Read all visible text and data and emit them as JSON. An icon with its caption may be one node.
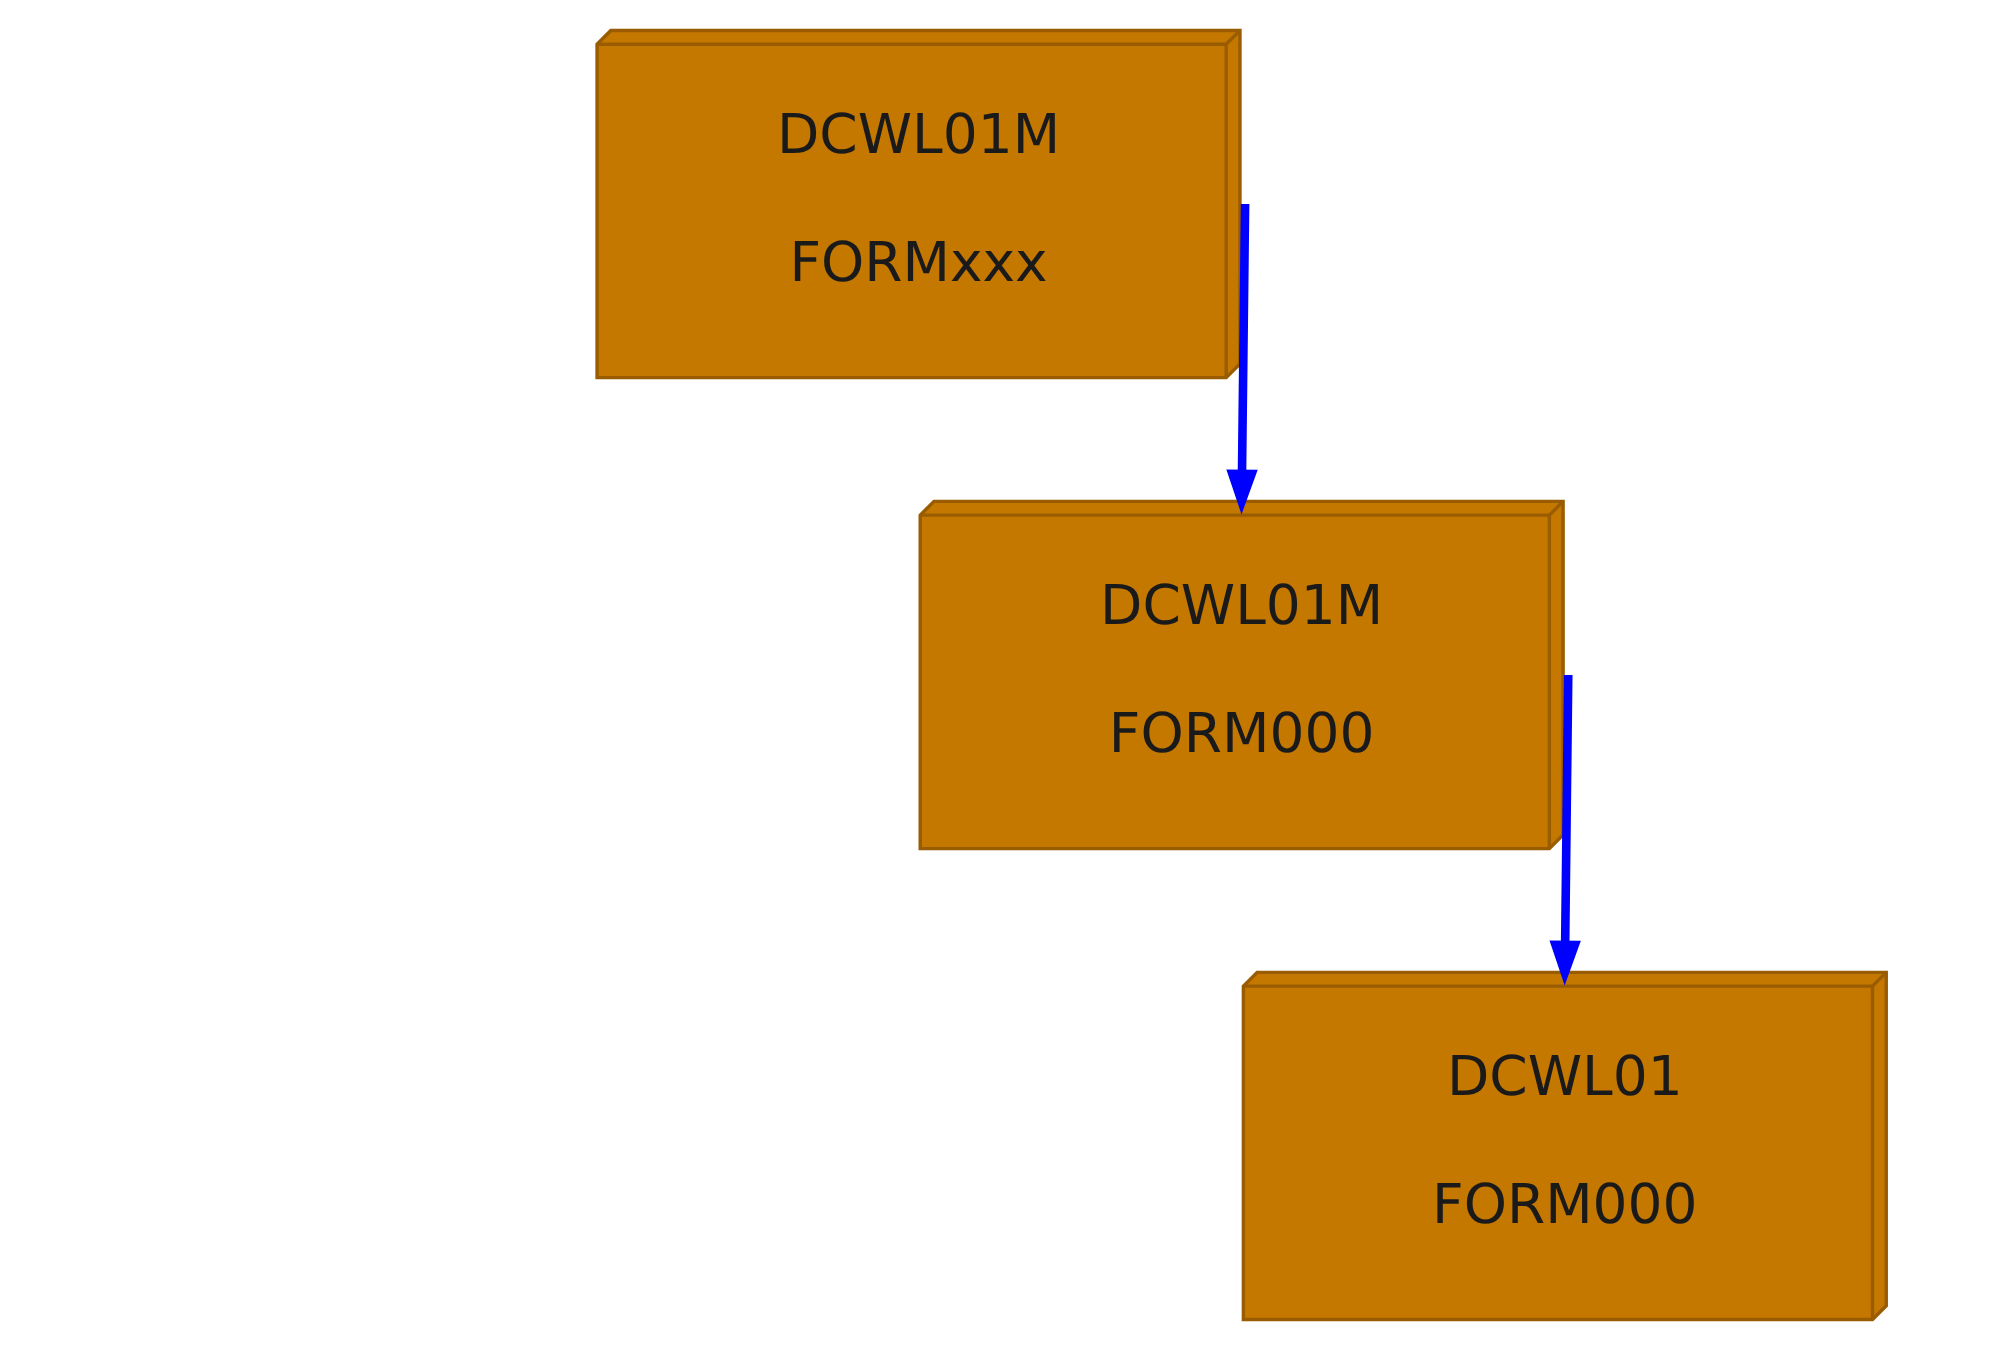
{
  "diagram": {
    "nodes": [
      {
        "text": [
          "DCWL01M",
          "FORMxxx"
        ]
      },
      {
        "text": [
          "DCWL01M",
          "FORM000"
        ]
      },
      {
        "text": [
          "DCWL01",
          "FORM000"
        ]
      }
    ],
    "edges": [
      {
        "from": 0,
        "to": 1,
        "arrow": "to"
      },
      {
        "from": 1,
        "to": 2,
        "arrow": "to"
      }
    ]
  }
}
